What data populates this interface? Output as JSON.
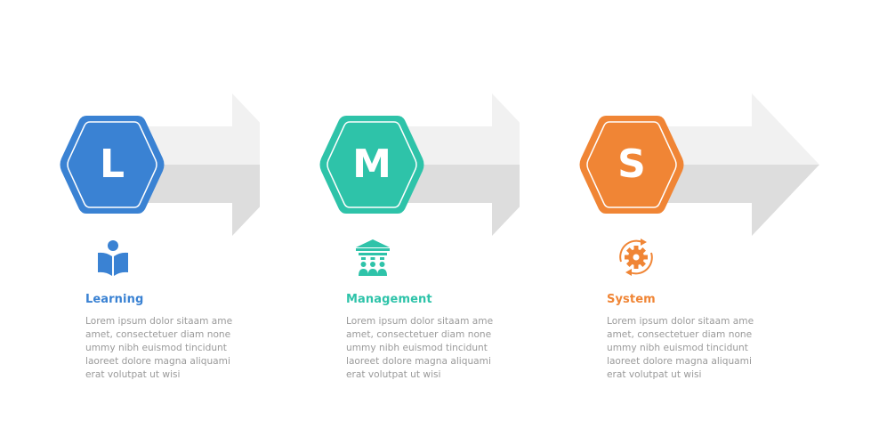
{
  "diagram": {
    "type": "lms-process-infographic",
    "arrow_colors": {
      "upper": "#f1f1f1",
      "lower": "#dddddd"
    },
    "steps": [
      {
        "letter": "L",
        "title": "Learning",
        "color": "#3a82d3",
        "icon": "reading-book-icon",
        "body": "Lorem ipsum dolor sitaam ame\namet, consectetuer diam none\nummy  nibh euismod tincidunt\nlaoreet dolore magna aliquami\nerat volutpat ut wisi"
      },
      {
        "letter": "M",
        "title": "Management",
        "color": "#2ec3a9",
        "icon": "institution-people-icon",
        "body": "Lorem ipsum dolor sitaam ame\namet, consectetuer diam none\nummy  nibh euismod tincidunt\nlaoreet dolore magna aliquami\nerat volutpat ut wisi"
      },
      {
        "letter": "S",
        "title": "System",
        "color": "#f08535",
        "icon": "gear-cycle-icon",
        "body": "Lorem ipsum dolor sitaam ame\namet, consectetuer diam none\nummy  nibh euismod tincidunt\nlaoreet dolore magna aliquami\nerat volutpat ut wisi"
      }
    ]
  }
}
